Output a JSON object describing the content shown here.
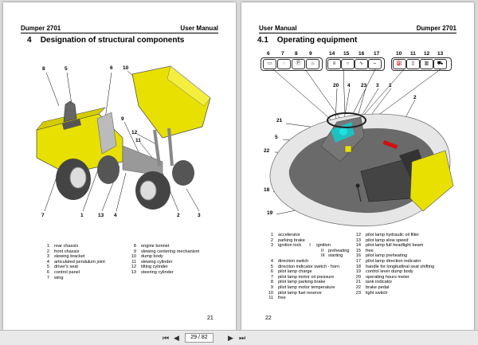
{
  "left_page": {
    "header_left": "Dumper 2701",
    "header_right": "User Manual",
    "chapter_number": "4",
    "chapter_title": "Designation of structural components",
    "page_number": "21",
    "callouts": [
      "8",
      "5",
      "6",
      "10",
      "9",
      "12",
      "11",
      "7",
      "1",
      "13",
      "4",
      "2",
      "3"
    ],
    "legend_col1": [
      {
        "n": "1",
        "t": "rear chassis"
      },
      {
        "n": "2",
        "t": "front chassis"
      },
      {
        "n": "3",
        "t": "slewing bracket"
      },
      {
        "n": "4",
        "t": "articulated pendulum joint"
      },
      {
        "n": "5",
        "t": "driver's seat"
      },
      {
        "n": "6",
        "t": "control panel"
      },
      {
        "n": "7",
        "t": "wing"
      }
    ],
    "legend_col2": [
      {
        "n": "8",
        "t": "engine bonnet"
      },
      {
        "n": "9",
        "t": "slewing centering mechanism"
      },
      {
        "n": "10",
        "t": "dump body"
      },
      {
        "n": "11",
        "t": "slewing cylinder"
      },
      {
        "n": "12",
        "t": "tilting cylinder"
      },
      {
        "n": "13",
        "t": "steering cylinder"
      }
    ]
  },
  "right_page": {
    "header_left": "User Manual",
    "header_right": "Dumper 2701",
    "section_number": "4.1",
    "section_title": "Operating equipment",
    "page_number": "22",
    "icon_numbers": [
      "6",
      "7",
      "8",
      "9",
      "14",
      "15",
      "16",
      "17",
      "10",
      "11",
      "12",
      "13"
    ],
    "callouts": [
      "20",
      "4",
      "23",
      "3",
      "1",
      "2",
      "21",
      "5",
      "22",
      "18",
      "19"
    ],
    "legend_col1": [
      {
        "n": "1",
        "t": "accelerator"
      },
      {
        "n": "2",
        "t": "parking brake"
      },
      {
        "n": "3",
        "t": "ignition lock",
        "s": "I",
        "st": "ignition"
      },
      {
        "n": "",
        "t": "",
        "s": "II",
        "st": "preheating",
        "indent": true
      },
      {
        "n": "",
        "t": "",
        "s": "III",
        "st": "starting",
        "indent": true
      },
      {
        "n": "4",
        "t": "direction switch"
      },
      {
        "n": "5",
        "t": "direction indicator switch - horn"
      },
      {
        "n": "6",
        "t": "pilot lamp charge"
      },
      {
        "n": "7",
        "t": "pilot lamp motor oil pressure"
      },
      {
        "n": "8",
        "t": "pilot lamp parking brake"
      },
      {
        "n": "9",
        "t": "pilot lamp motor temperature"
      },
      {
        "n": "10",
        "t": "pilot lamp fuel reserve"
      },
      {
        "n": "11",
        "t": "free"
      }
    ],
    "legend_col2": [
      {
        "n": "12",
        "t": "pilot lamp hydraulic oil filter"
      },
      {
        "n": "13",
        "t": "pilot lamp slow speed"
      },
      {
        "n": "14",
        "t": "pilot lamp full headlight beam"
      },
      {
        "n": "15",
        "t": "free"
      },
      {
        "n": "16",
        "t": "pilot lamp preheating"
      },
      {
        "n": "17",
        "t": "pilot lamp direction indicator"
      },
      {
        "n": "18",
        "t": "handle for longitudinal seat shifting"
      },
      {
        "n": "19",
        "t": "control lever dump body"
      },
      {
        "n": "20",
        "t": "operating hours meter"
      },
      {
        "n": "21",
        "t": "tank indicator"
      },
      {
        "n": "22",
        "t": "brake pedal"
      },
      {
        "n": "23",
        "t": "light switch"
      }
    ]
  },
  "toolbar": {
    "current_page": "29 / 82",
    "total_pages": "82",
    "first_icon": "⏮",
    "prev_icon": "◀",
    "next_icon": "▶",
    "last_icon": "⏭"
  },
  "colors": {
    "yellow": "#e8e000",
    "dark_grey": "#555555",
    "red": "#d01010"
  }
}
